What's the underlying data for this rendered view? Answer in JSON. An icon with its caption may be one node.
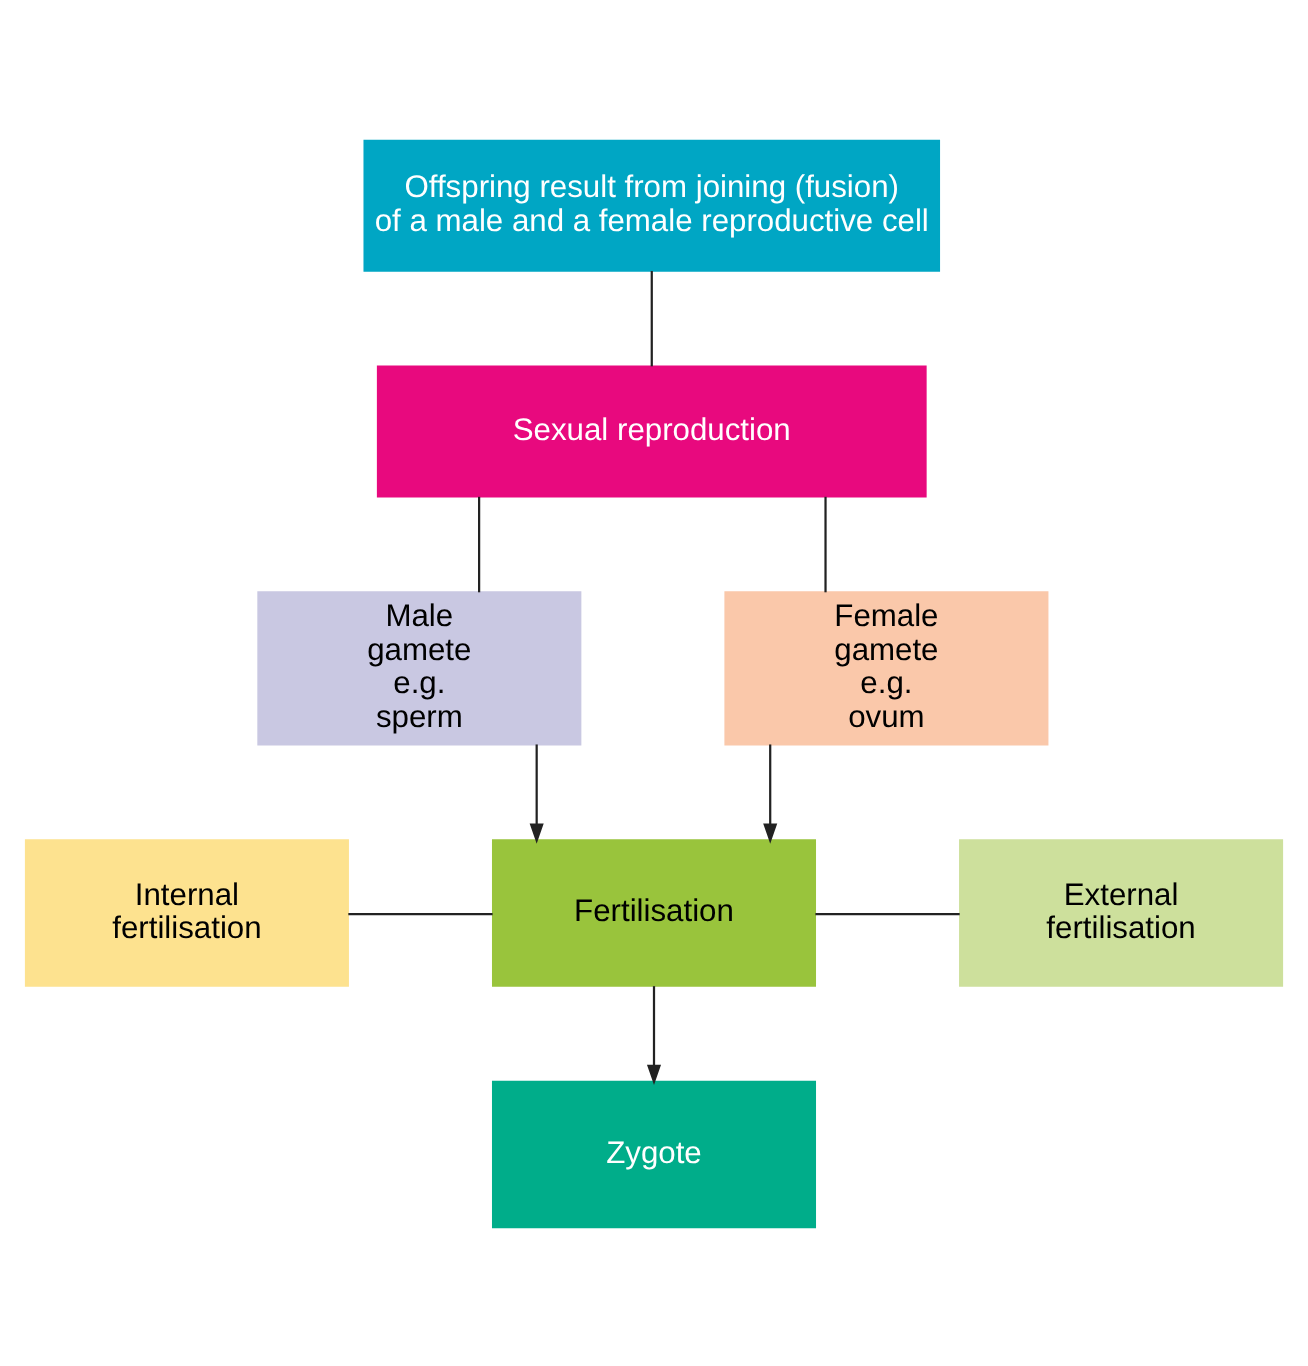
{
  "diagram": {
    "nodes": [
      {
        "text": [
          "Offspring result from joining (fusion) of a male and a female reproductive cell"
        ]
      },
      {
        "text": [
          "Sexual reproduction"
        ]
      },
      {
        "text": [
          "Male gamete e.g. sperm"
        ]
      },
      {
        "text": [
          "Female gamete e.g. ovum"
        ]
      },
      {
        "text": [
          "Internal fertilisation"
        ]
      },
      {
        "text": [
          "Fertilisation"
        ]
      },
      {
        "text": [
          "External fertilisation"
        ]
      },
      {
        "text": [
          "Zygote"
        ]
      }
    ],
    "edges": [
      {
        "from": 0,
        "to": 1,
        "arrow": "none"
      },
      {
        "from": 1,
        "to": 2,
        "arrow": "none"
      },
      {
        "from": 1,
        "to": 3,
        "arrow": "none"
      },
      {
        "from": 2,
        "to": 5,
        "arrow": "to"
      },
      {
        "from": 3,
        "to": 5,
        "arrow": "to"
      },
      {
        "from": 4,
        "to": 5,
        "arrow": "none"
      },
      {
        "from": 5,
        "to": 6,
        "arrow": "none"
      },
      {
        "from": 5,
        "to": 7,
        "arrow": "to"
      }
    ]
  }
}
